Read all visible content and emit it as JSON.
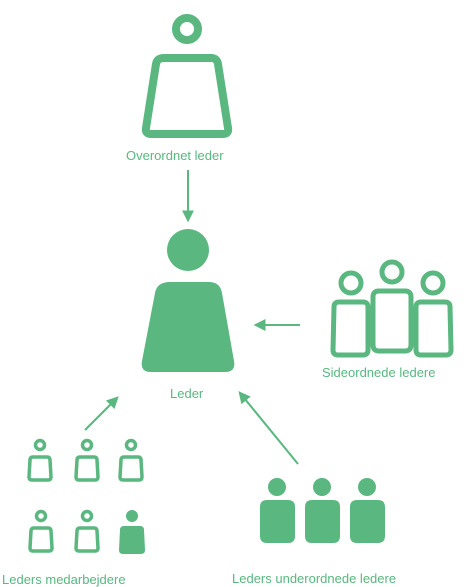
{
  "nodes": {
    "superior": {
      "label": "Overordnet leder"
    },
    "leader": {
      "label": "Leder"
    },
    "peers": {
      "label": "Sideordnede ledere"
    },
    "employees": {
      "label": "Leders medarbejdere"
    },
    "subordinates": {
      "label": "Leders underordnede ledere"
    }
  },
  "colors": {
    "primary": "#59b77f",
    "background": "#ffffff"
  }
}
